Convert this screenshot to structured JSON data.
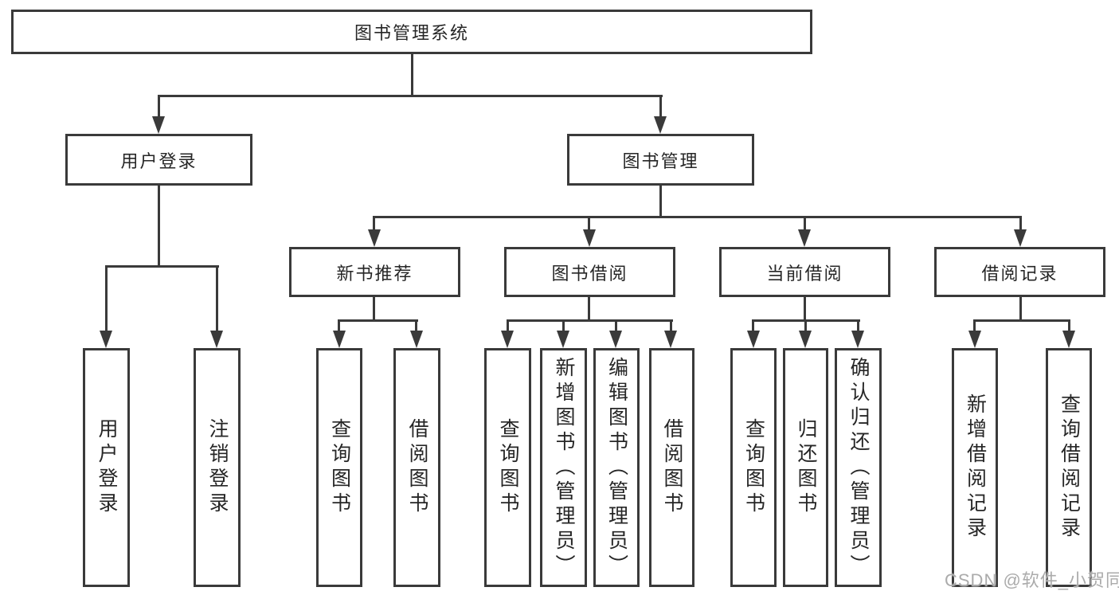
{
  "diagram": {
    "root": "图书管理系统",
    "branches": [
      {
        "label": "用户登录",
        "children": [
          "用户登录",
          "注销登录"
        ]
      },
      {
        "label": "图书管理",
        "children": [
          {
            "label": "新书推荐",
            "children": [
              "查询图书",
              "借阅图书"
            ]
          },
          {
            "label": "图书借阅",
            "children": [
              "查询图书",
              "新增图书（管理员）",
              "编辑图书（管理员）",
              "借阅图书"
            ]
          },
          {
            "label": "当前借阅",
            "children": [
              "查询图书",
              "归还图书",
              "确认归还（管理员）"
            ]
          },
          {
            "label": "借阅记录",
            "children": [
              "新增借阅记录",
              "查询借阅记录"
            ]
          }
        ]
      }
    ]
  },
  "watermark": "CSDN @软件_小贺同学",
  "colors": {
    "line": "#3a3a3a",
    "text": "#262626",
    "watermark": "#ababab",
    "background": "#ffffff"
  }
}
